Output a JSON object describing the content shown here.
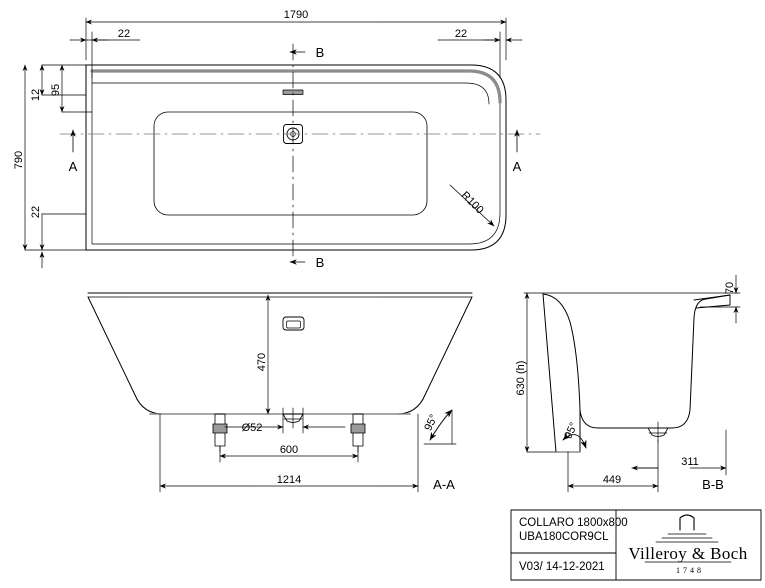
{
  "drawing": {
    "type": "technical-drawing",
    "subject": "Bathtub technical drawing",
    "views": [
      {
        "id": "plan",
        "label": ""
      },
      {
        "id": "section-aa",
        "label": "A-A"
      },
      {
        "id": "section-bb",
        "label": "B-B"
      }
    ]
  },
  "plan": {
    "overall_width": "1790",
    "overall_height": "790",
    "inset_left": "22",
    "inset_right": "22",
    "rim_outer": "12",
    "rim_inner": "95",
    "bottom_offset": "22",
    "corner_radius": "R100",
    "section_marks": {
      "a_left": "A",
      "a_right": "A",
      "b_top": "B",
      "b_bottom": "B"
    }
  },
  "section_aa": {
    "label": "A-A",
    "depth": "470",
    "drain_diameter": "Ø52",
    "feet_spacing": "600",
    "base_width": "1214",
    "wall_angle": "95°"
  },
  "section_bb": {
    "label": "B-B",
    "height": "630 (h)",
    "rim_height": "70",
    "base_left": "449",
    "base_right": "311",
    "wall_angle": "95°"
  },
  "titleblock": {
    "product": "COLLARO 1800x800",
    "article": "UBA180COR9CL",
    "revision": "V03/ 14-12-2021",
    "brand": "Villeroy & Boch",
    "established": "1748"
  },
  "colors": {
    "line": "#000000",
    "thin": "#1a1a1a",
    "center": "#7a7a7a",
    "background": "#ffffff"
  }
}
